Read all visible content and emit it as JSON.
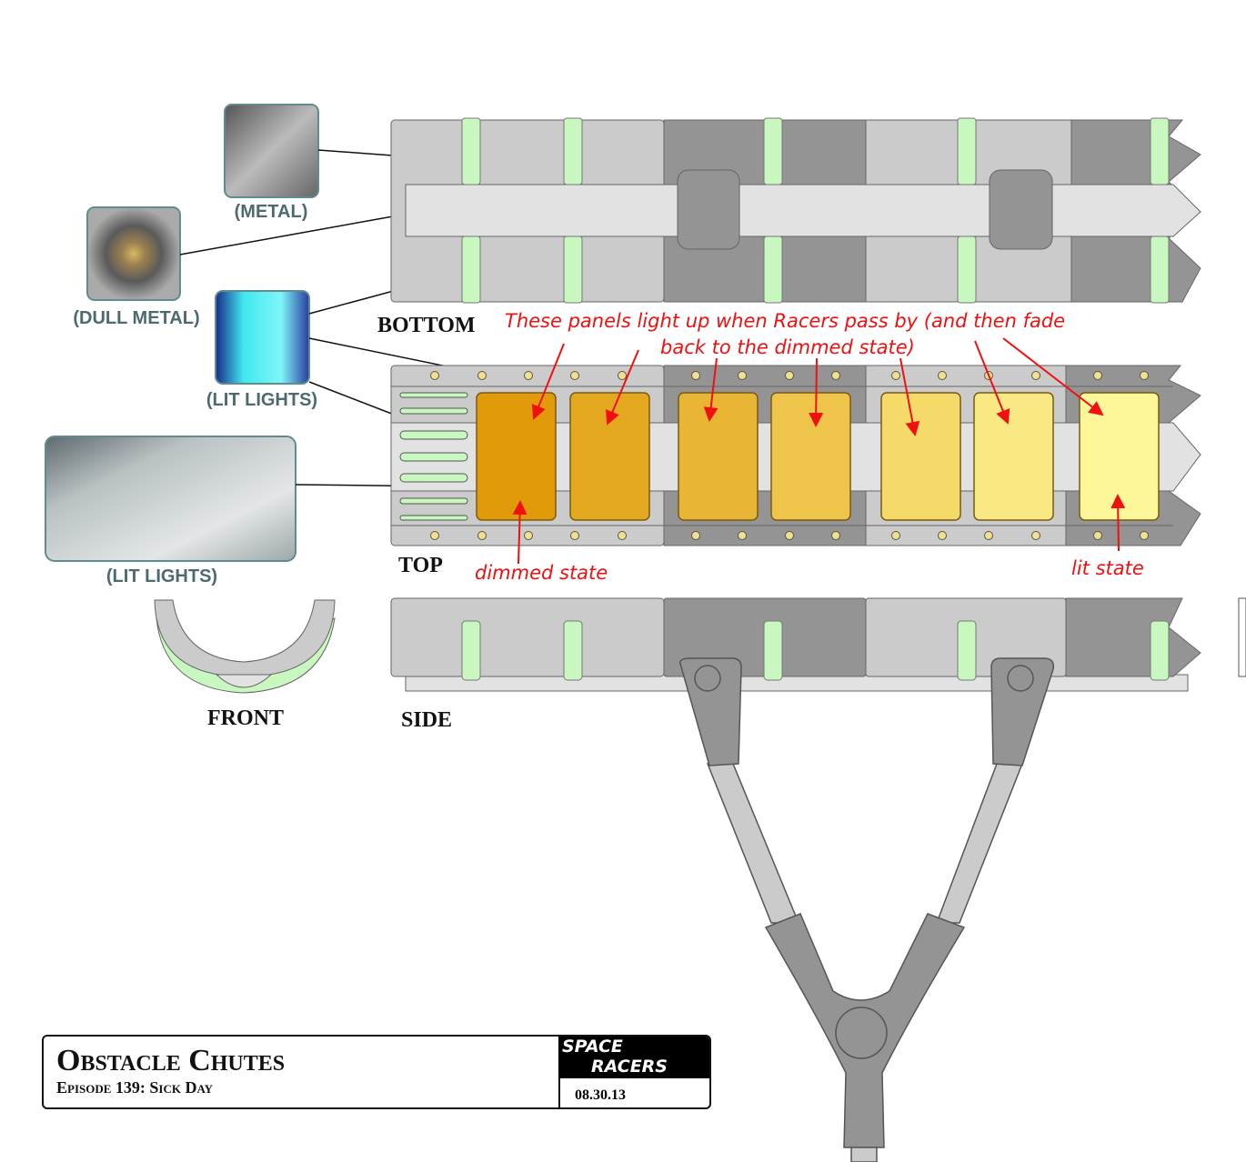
{
  "photos": [
    {
      "label": "(METAL)"
    },
    {
      "label": "(DULL METAL)"
    },
    {
      "label": "(LIT LIGHTS)"
    },
    {
      "label": "(LIT LIGHTS)"
    }
  ],
  "views": {
    "bottom": "BOTTOM",
    "top": "TOP",
    "side": "SIDE",
    "front": "FRONT"
  },
  "notes": {
    "line1": "These panels light up when Racers pass by (and then fade",
    "line2": "back to the dimmed state)",
    "dimmed": "dimmed state",
    "lit": "lit state"
  },
  "panel_colors": [
    "#e09a0a",
    "#e3a81e",
    "#e9b534",
    "#efc44a",
    "#f5da6a",
    "#f9e985",
    "#fdf79a"
  ],
  "colors": {
    "light_metal": "#cbcbcb",
    "dark_metal": "#949494",
    "band": "#e2e2e2",
    "green": "#c8f7c0",
    "annotation": "#f01010"
  },
  "title_block": {
    "title": "Obstacle Chutes",
    "subtitle": "Episode 139: Sick Day",
    "logo_line1": "SPACE",
    "logo_line2": "RACERS",
    "date": "08.30.13"
  }
}
